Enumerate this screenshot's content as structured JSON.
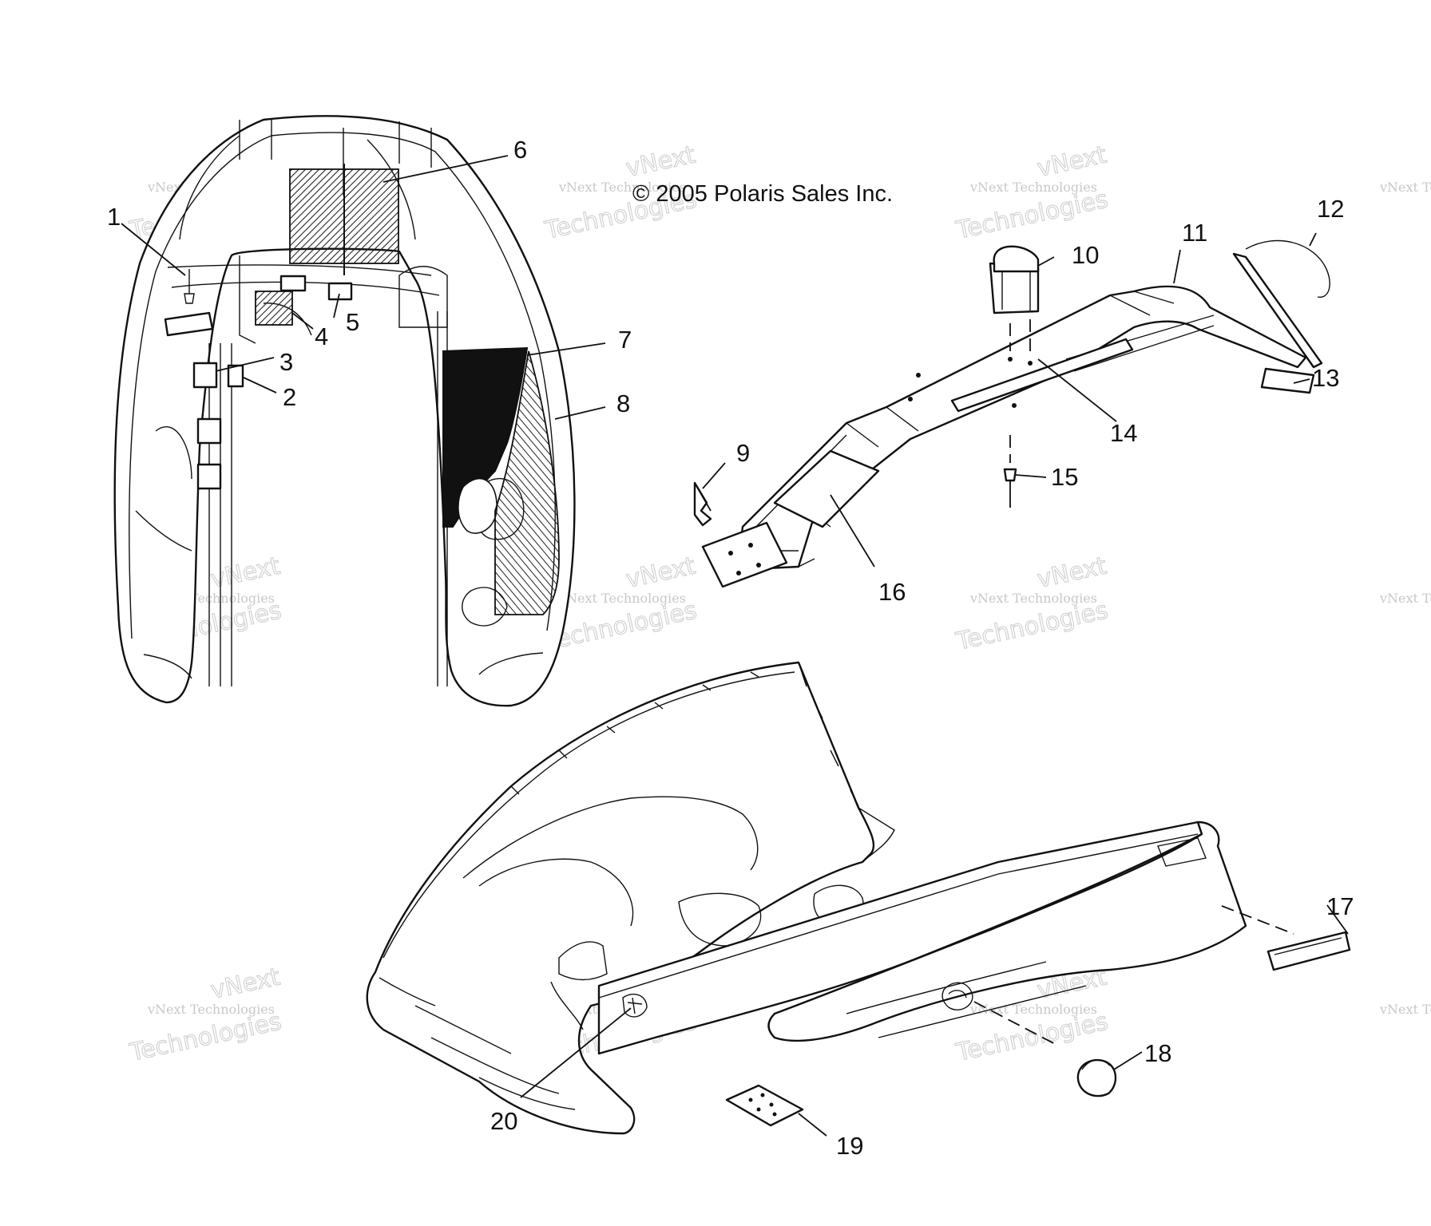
{
  "copyright": "© 2005 Polaris Sales Inc.",
  "watermark": {
    "line1": "vNext",
    "line2": "vNext Technologies",
    "line3": "Technologies"
  },
  "callouts": [
    "1",
    "2",
    "3",
    "4",
    "5",
    "6",
    "7",
    "8",
    "9",
    "10",
    "11",
    "12",
    "13",
    "14",
    "15",
    "16",
    "17",
    "18",
    "19",
    "20"
  ]
}
